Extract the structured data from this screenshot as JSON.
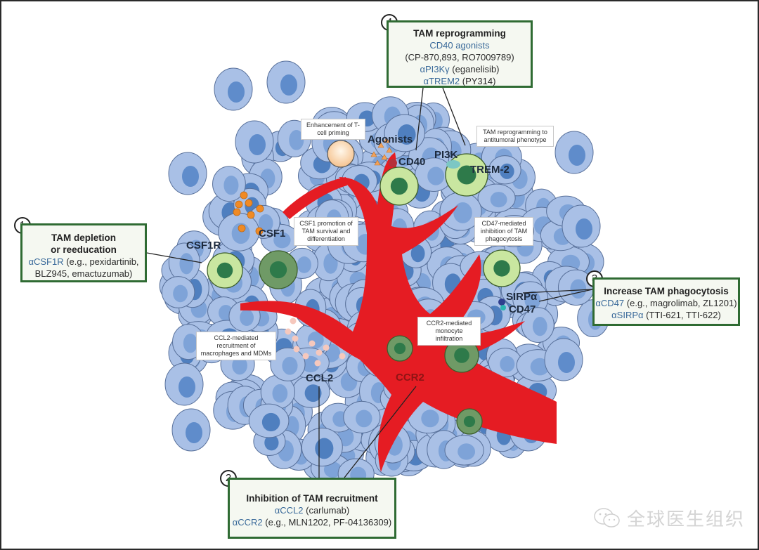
{
  "title": "Therapeutic strategies targeting tumor-associated macrophages (TAMs)",
  "boxes": {
    "box1": {
      "number": "1",
      "title_line1": "TAM depletion",
      "title_line2": "or reeducation",
      "drug1": "αCSF1R",
      "drug1_detail": " (e.g., pexidartinib,",
      "drug1_detail2": "BLZ945, emactuzumab)"
    },
    "box2": {
      "number": "2",
      "title": "Inhibition of  TAM recruitment",
      "drug1": "αCCL2",
      "drug1_detail": " (carlumab)",
      "drug2": "αCCR2",
      "drug2_detail": " (e.g., MLN1202, PF-04136309)"
    },
    "box3": {
      "number": "3",
      "title": "Increase TAM phagocytosis",
      "drug1": "αCD47",
      "drug1_detail": " (e.g., magrolimab, ZL1201)",
      "drug2": "αSIRPα",
      "drug2_detail": " (TTI-621, TTI-622)"
    },
    "box4": {
      "number": "4",
      "title": "TAM reprogramming",
      "drug1": "CD40 agonists",
      "drug1_detail": "(CP-870,893, RO7009789)",
      "drug2": "αPI3Kγ",
      "drug2_detail": " (eganelisib)",
      "drug3": "αTREM2",
      "drug3_detail": " (PY314)"
    }
  },
  "notes": {
    "tcell": "Enhancement of T-cell priming",
    "reprogram": "TAM reprogramming to antitumoral phenotype",
    "csf1": "CSF1 promotion of TAM survival and differentiation",
    "cd47": "CD47-mediated inhibition of TAM phagocytosis",
    "ccr2": "CCR2-mediated monocyte infiltration",
    "ccl2": "CCL2-mediated recruitment of macrophages and MDMs"
  },
  "labels": {
    "agonists": "Agonists",
    "cd40": "CD40",
    "pi3k": "PI3K",
    "trem2": "TREM-2",
    "csf1": "CSF1",
    "csf1r": "CSF1R",
    "sirpa": "SIRPα",
    "cd47": "CD47",
    "ccl2": "CCL2",
    "ccr2": "CCR2"
  },
  "watermark": "全球医生组织",
  "colors": {
    "box_border": "#2f6b33",
    "drug_text": "#3a6a9a",
    "vessel": "#e51c23",
    "tumor_cell": "#a9c0e6",
    "tam_green": "#c9e6a0",
    "csf1_orange": "#f08a24"
  }
}
